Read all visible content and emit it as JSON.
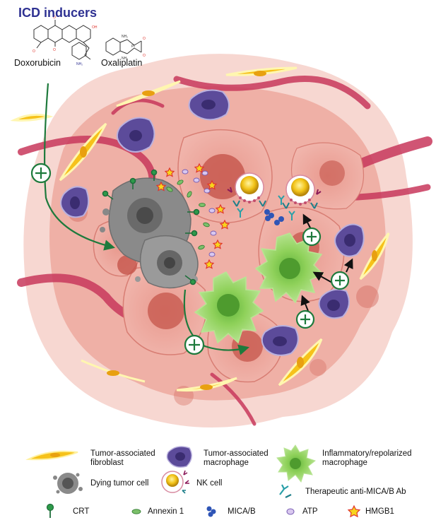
{
  "header": {
    "title": "ICD inducers",
    "drugs": [
      "Doxorubicin",
      "Oxaliplatin"
    ]
  },
  "legend": {
    "fibroblast": "Tumor-associated fibroblast",
    "tam": "Tumor-associated macrophage",
    "inflammatory": "Inflammatory/repolarized macrophage",
    "dying": "Dying tumor cell",
    "nk": "NK cell",
    "antibody": "Therapeutic anti-MICA/B Ab",
    "crt": "CRT",
    "annexin": "Annexin 1",
    "mica": "MICA/B",
    "atp": "ATP",
    "hmgb1": "HMGB1"
  },
  "colors": {
    "title": "#2e3192",
    "arrow_green": "#1e7a3c",
    "tumor_cell": "#e8988e",
    "tumor_nucleus": "#c5554b",
    "vessel": "#c8385c",
    "fibroblast": "#f6c21a",
    "tam": "#5c4b9a",
    "inflammatory": "#8fd15a",
    "dying_cell": "#8a8a8a",
    "hmgb1_star": "#f7d51d",
    "atp": "#d9c8ef",
    "mica": "#2f55b6"
  },
  "icons": [
    "plus-circle-icon",
    "arrow-icon",
    "star-icon"
  ]
}
